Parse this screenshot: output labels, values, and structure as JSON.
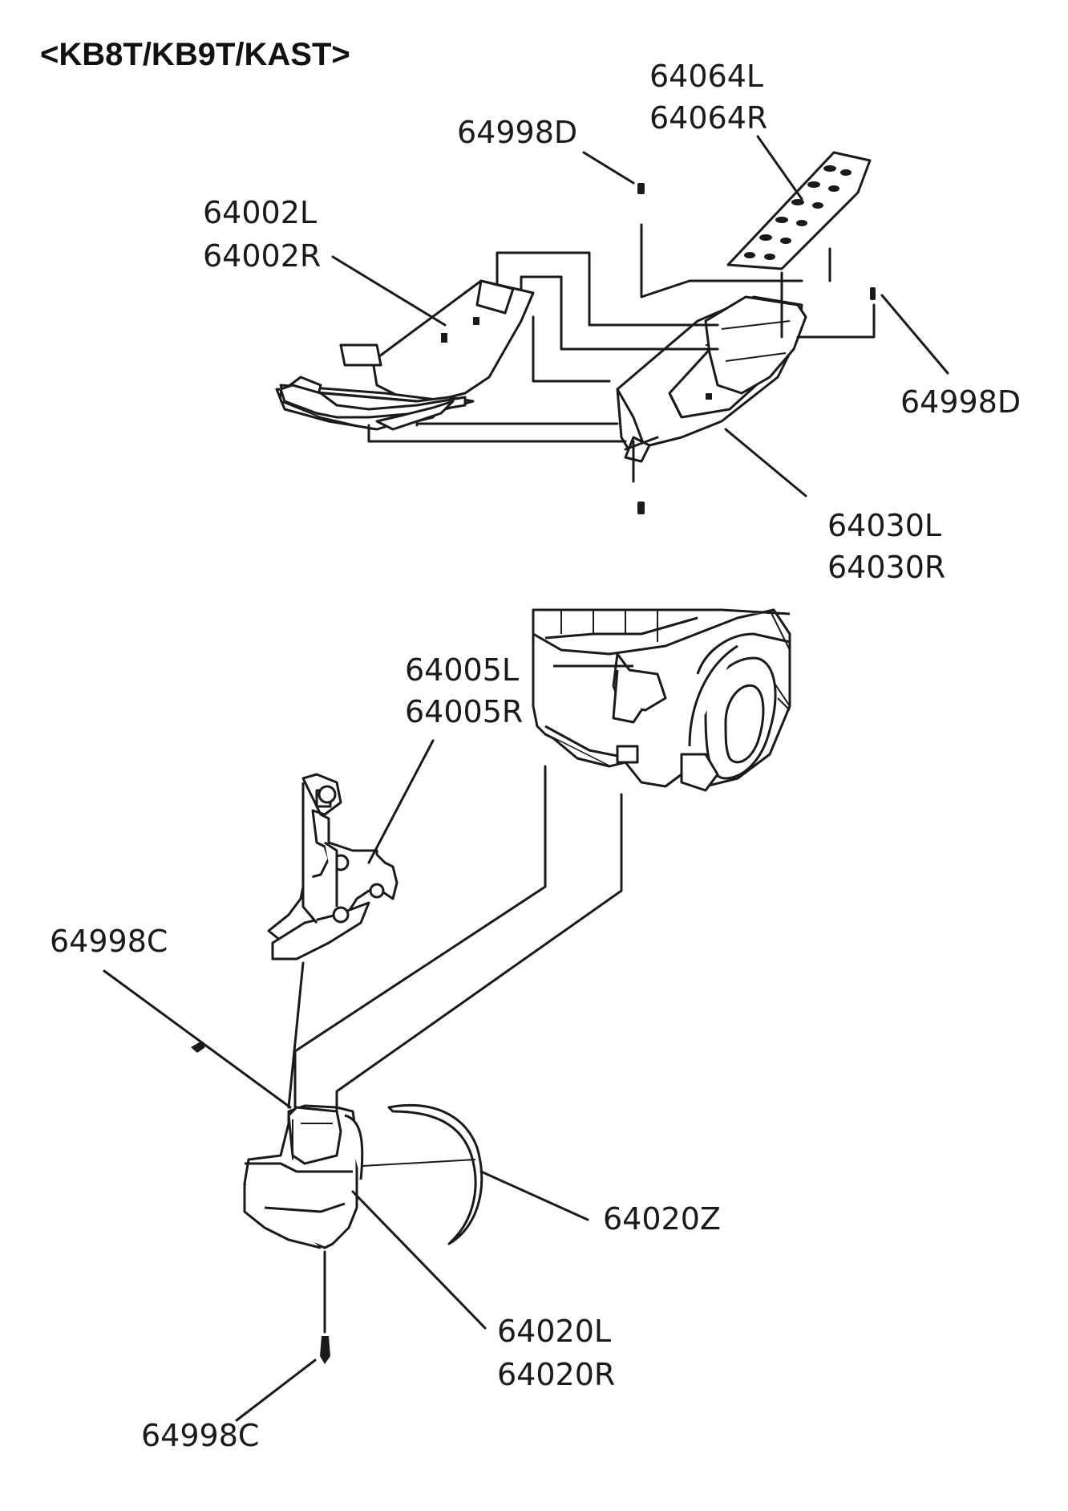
{
  "title": "<KB8T/KB9T/KAST>",
  "labels": {
    "p64064": [
      "64064L",
      "64064R"
    ],
    "p64998d_top": "64998D",
    "p64002": [
      "64002L",
      "64002R"
    ],
    "p64998d_right": "64998D",
    "p64030": [
      "64030L",
      "64030R"
    ],
    "p64005": [
      "64005L",
      "64005R"
    ],
    "p64998c_left": "64998C",
    "p64020z": "64020Z",
    "p64020": [
      "64020L",
      "64020R"
    ],
    "p64998c_bottom": "64998C"
  }
}
